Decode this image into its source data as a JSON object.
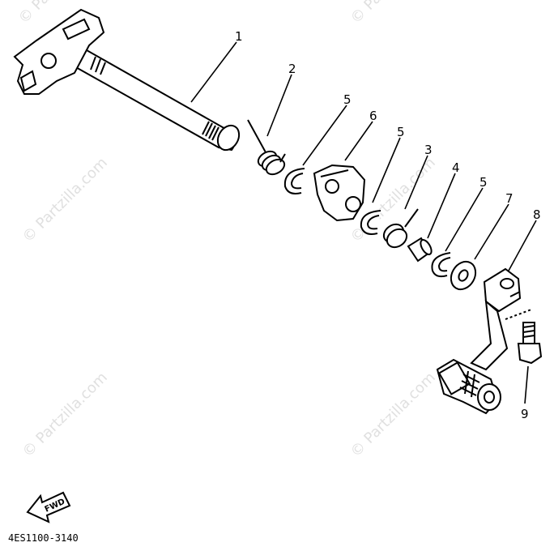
{
  "watermark": {
    "text": "© Partzilla.com"
  },
  "diagram_code": "4ES1100-3140",
  "fwd_label": "FWD",
  "callouts": [
    "1",
    "2",
    "5",
    "6",
    "5",
    "3",
    "4",
    "5",
    "7",
    "8",
    "9"
  ]
}
